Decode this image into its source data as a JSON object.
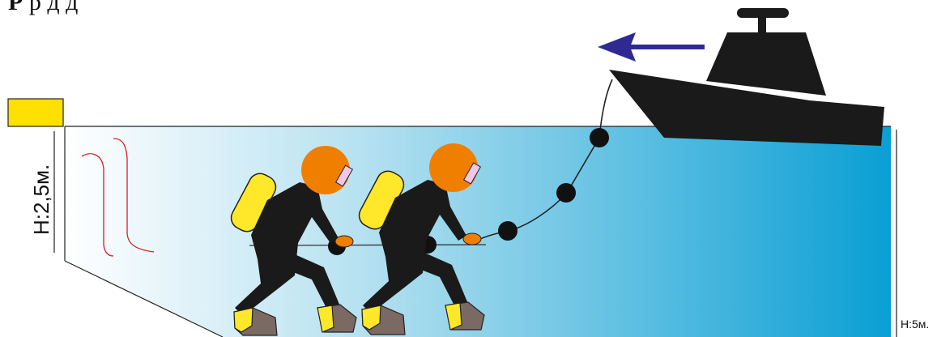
{
  "header": {
    "text_partial_bold": "Р",
    "text_partial": "                 р                          д д"
  },
  "labels": {
    "shallow_depth": "H:2,5м.",
    "deep_depth": "H:5м."
  },
  "colors": {
    "water_deep": "#0a9fd4",
    "water_shallow": "#ffffff",
    "buoy": "#ffe000",
    "helmet": "#f07f00",
    "tank": "#ffe82a",
    "suit": "#1a1a1a",
    "boot_toe": "#7a6a63",
    "arrow": "#2e2a92",
    "boat": "#1a1a1a",
    "ball": "#111111",
    "mask": "#f0c7e8"
  },
  "icons": {
    "boat": "boat-icon",
    "arrow": "arrow-left-icon",
    "buoy": "buoy-icon",
    "diver": "diver-icon"
  }
}
